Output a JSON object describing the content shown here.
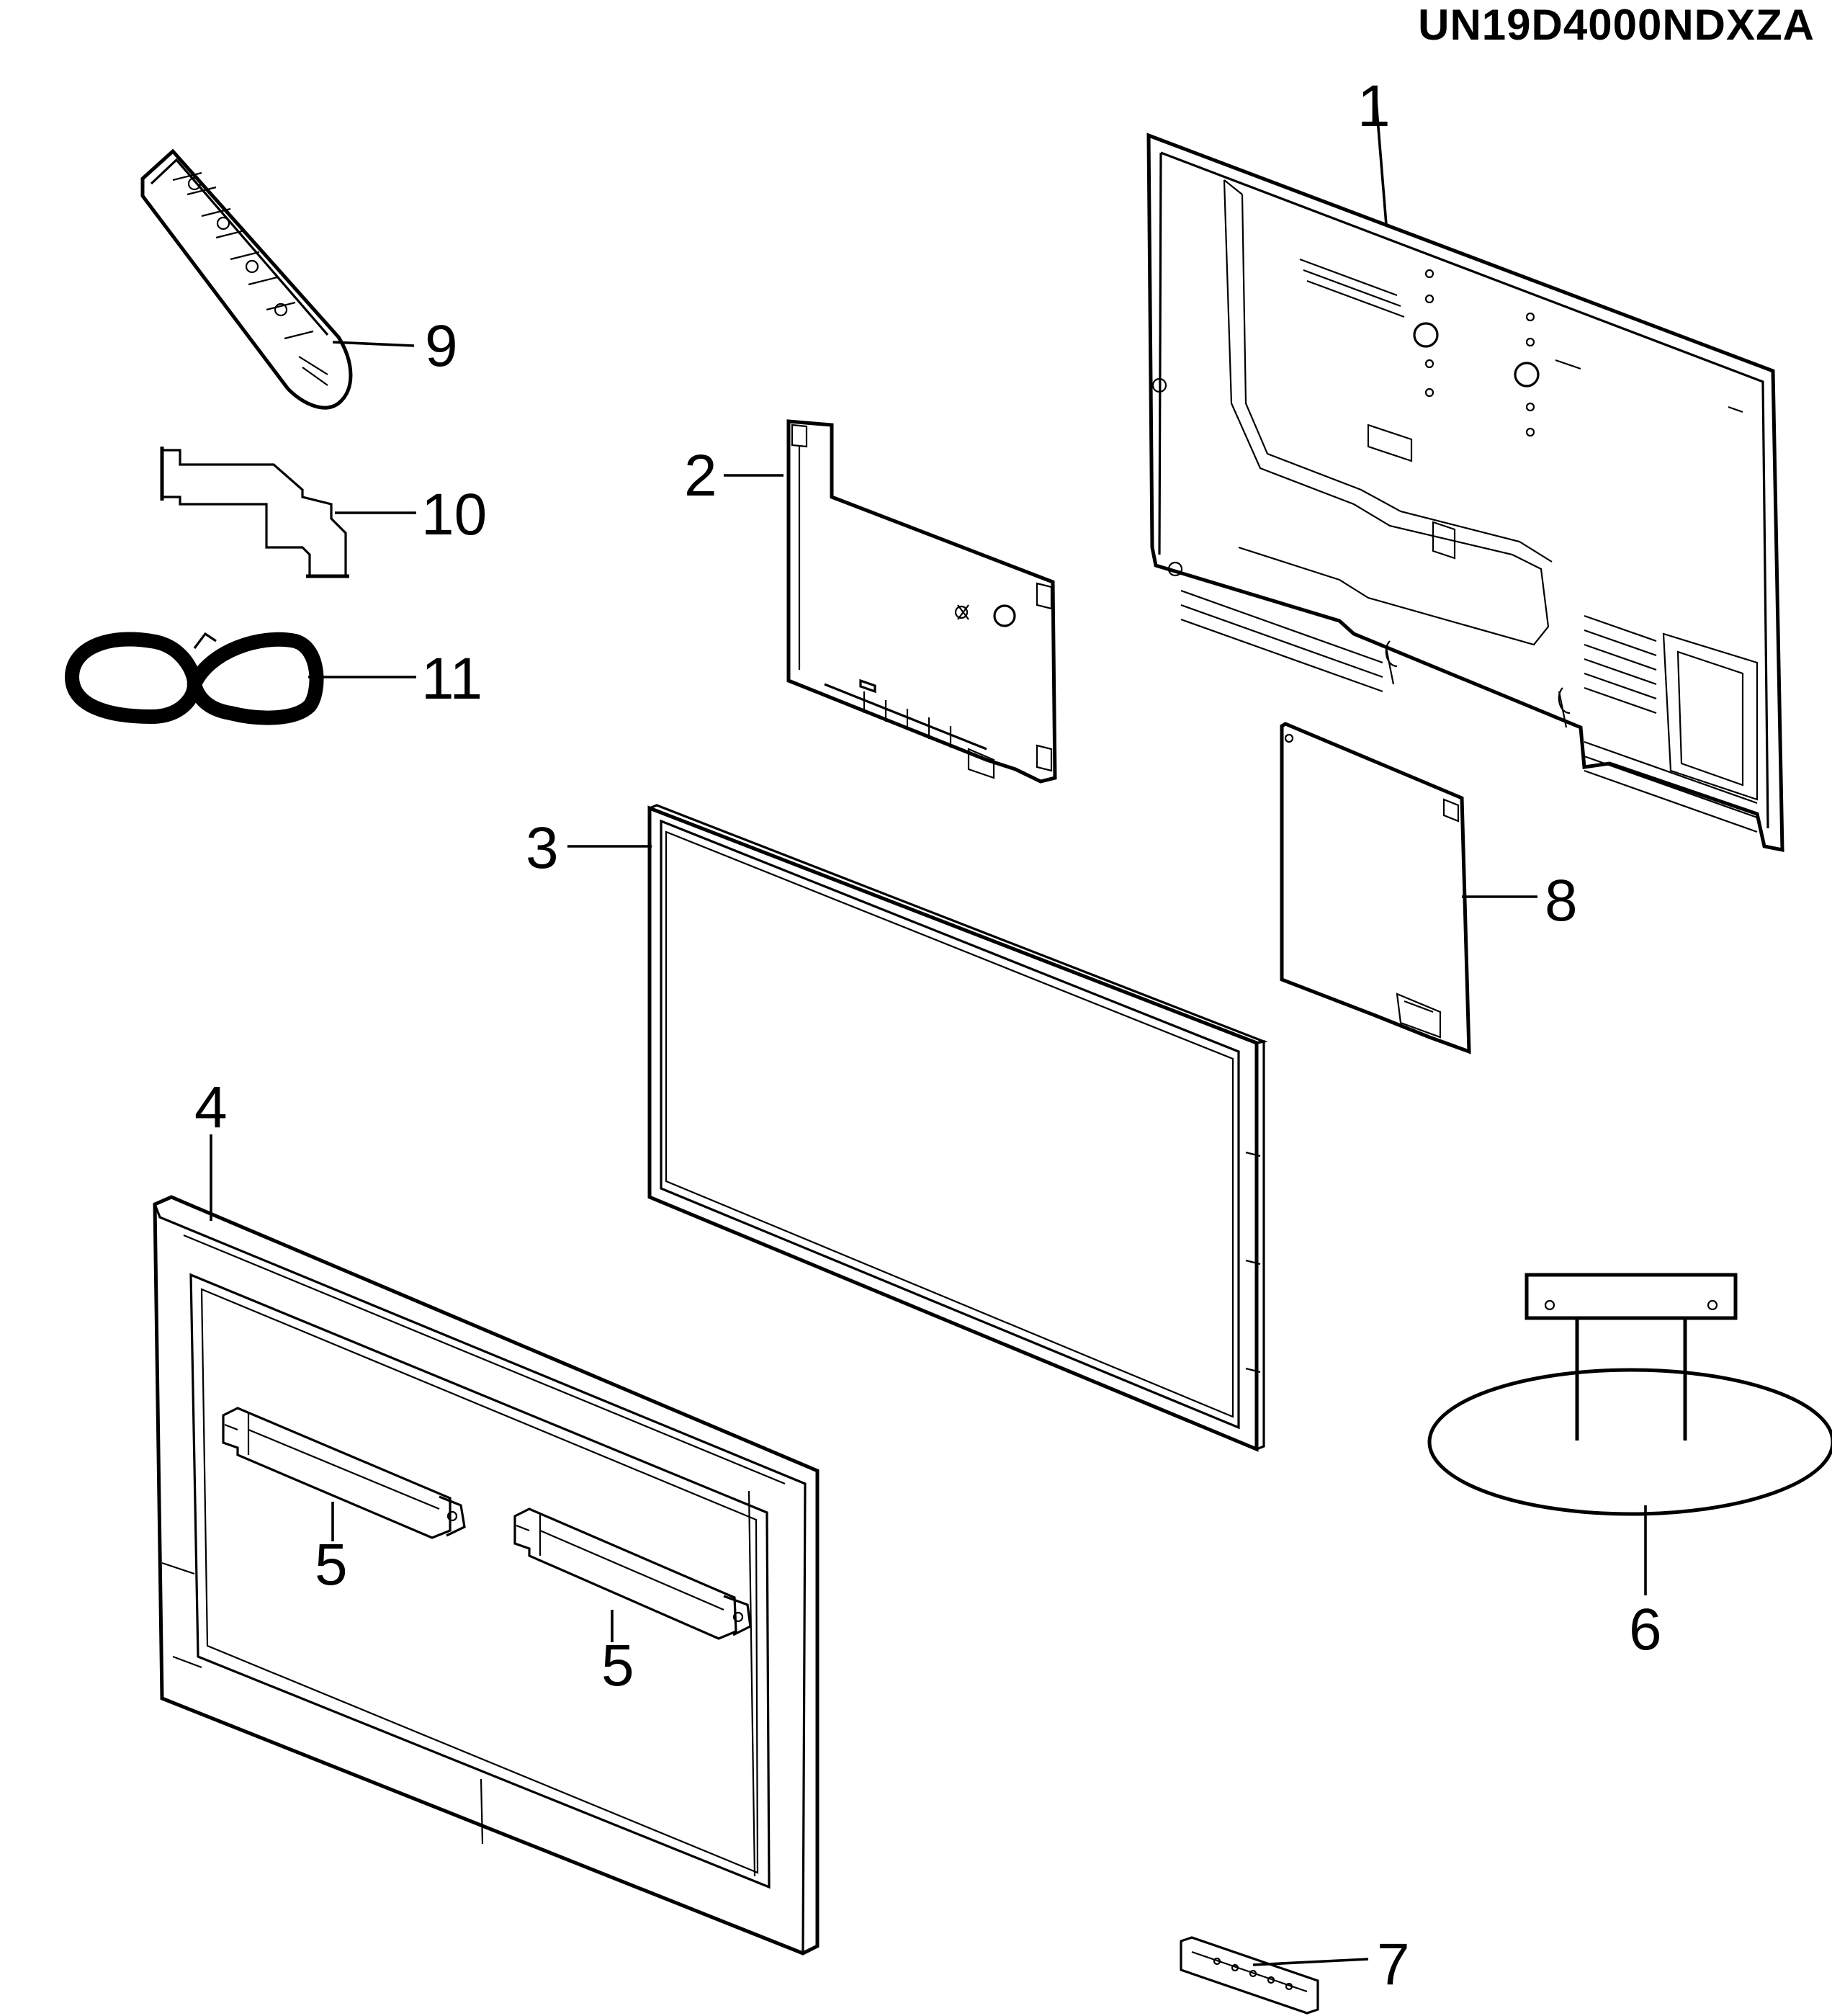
{
  "model": "UN19D4000NDXZA",
  "callouts": {
    "c1": "1",
    "c2": "2",
    "c3": "3",
    "c4": "4",
    "c5a": "5",
    "c5b": "5",
    "c6": "6",
    "c7": "7",
    "c8": "8",
    "c9": "9",
    "c10": "10",
    "c11": "11"
  }
}
